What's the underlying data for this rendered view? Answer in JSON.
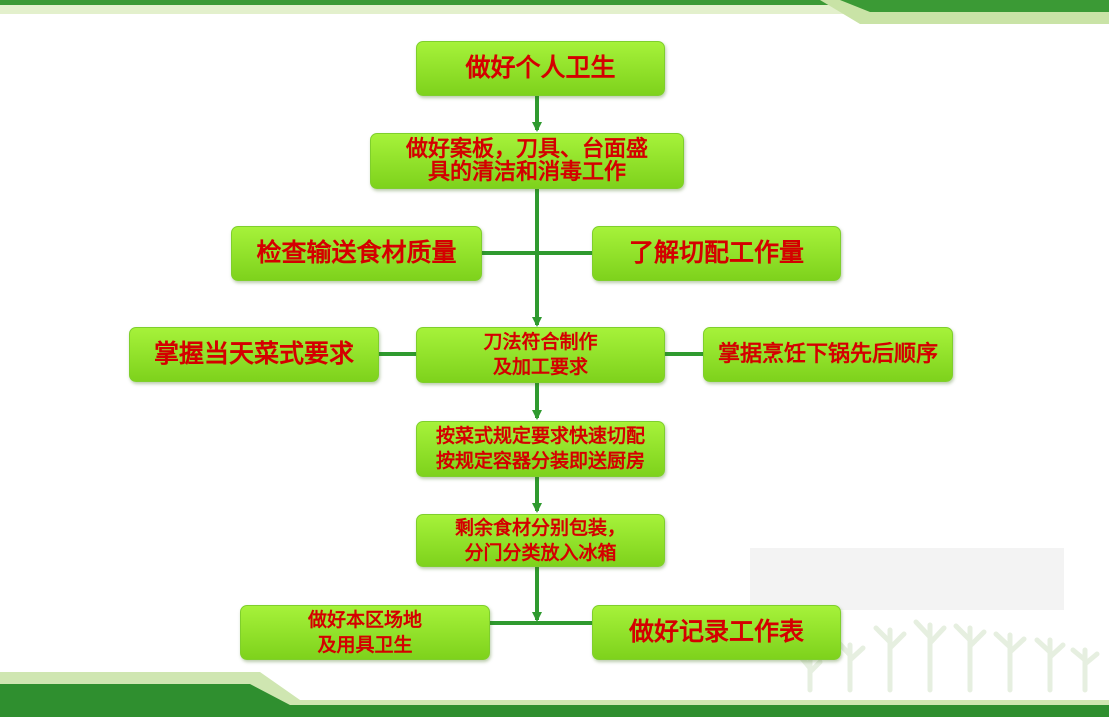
{
  "colors": {
    "box_fill": "#8fe22a",
    "box_text": "#d40000",
    "connector": "#2f9a2f",
    "band_dark": "#2f8f2f",
    "band_light": "#dcedc1"
  },
  "flow": {
    "step1": "做好个人卫生",
    "step2": "做好案板，刀具、台面盛\n具的清洁和消毒工作",
    "check_quality": "检查输送食材质量",
    "understand_workload": "了解切配工作量",
    "master_dish_requirements": "掌握当天菜式要求",
    "knife_method": "刀法符合制作\n及加工要求",
    "master_cooking_order": "掌据烹饪下锅先后顺序",
    "cut_and_deliver": "按菜式规定要求快速切配\n按规定容器分装即送厨房",
    "package_leftovers": "剩余食材分别包装，\n分门分类放入冰箱",
    "clean_area": "做好本区场地\n及用具卫生",
    "record_worksheet": "做好记录工作表"
  }
}
